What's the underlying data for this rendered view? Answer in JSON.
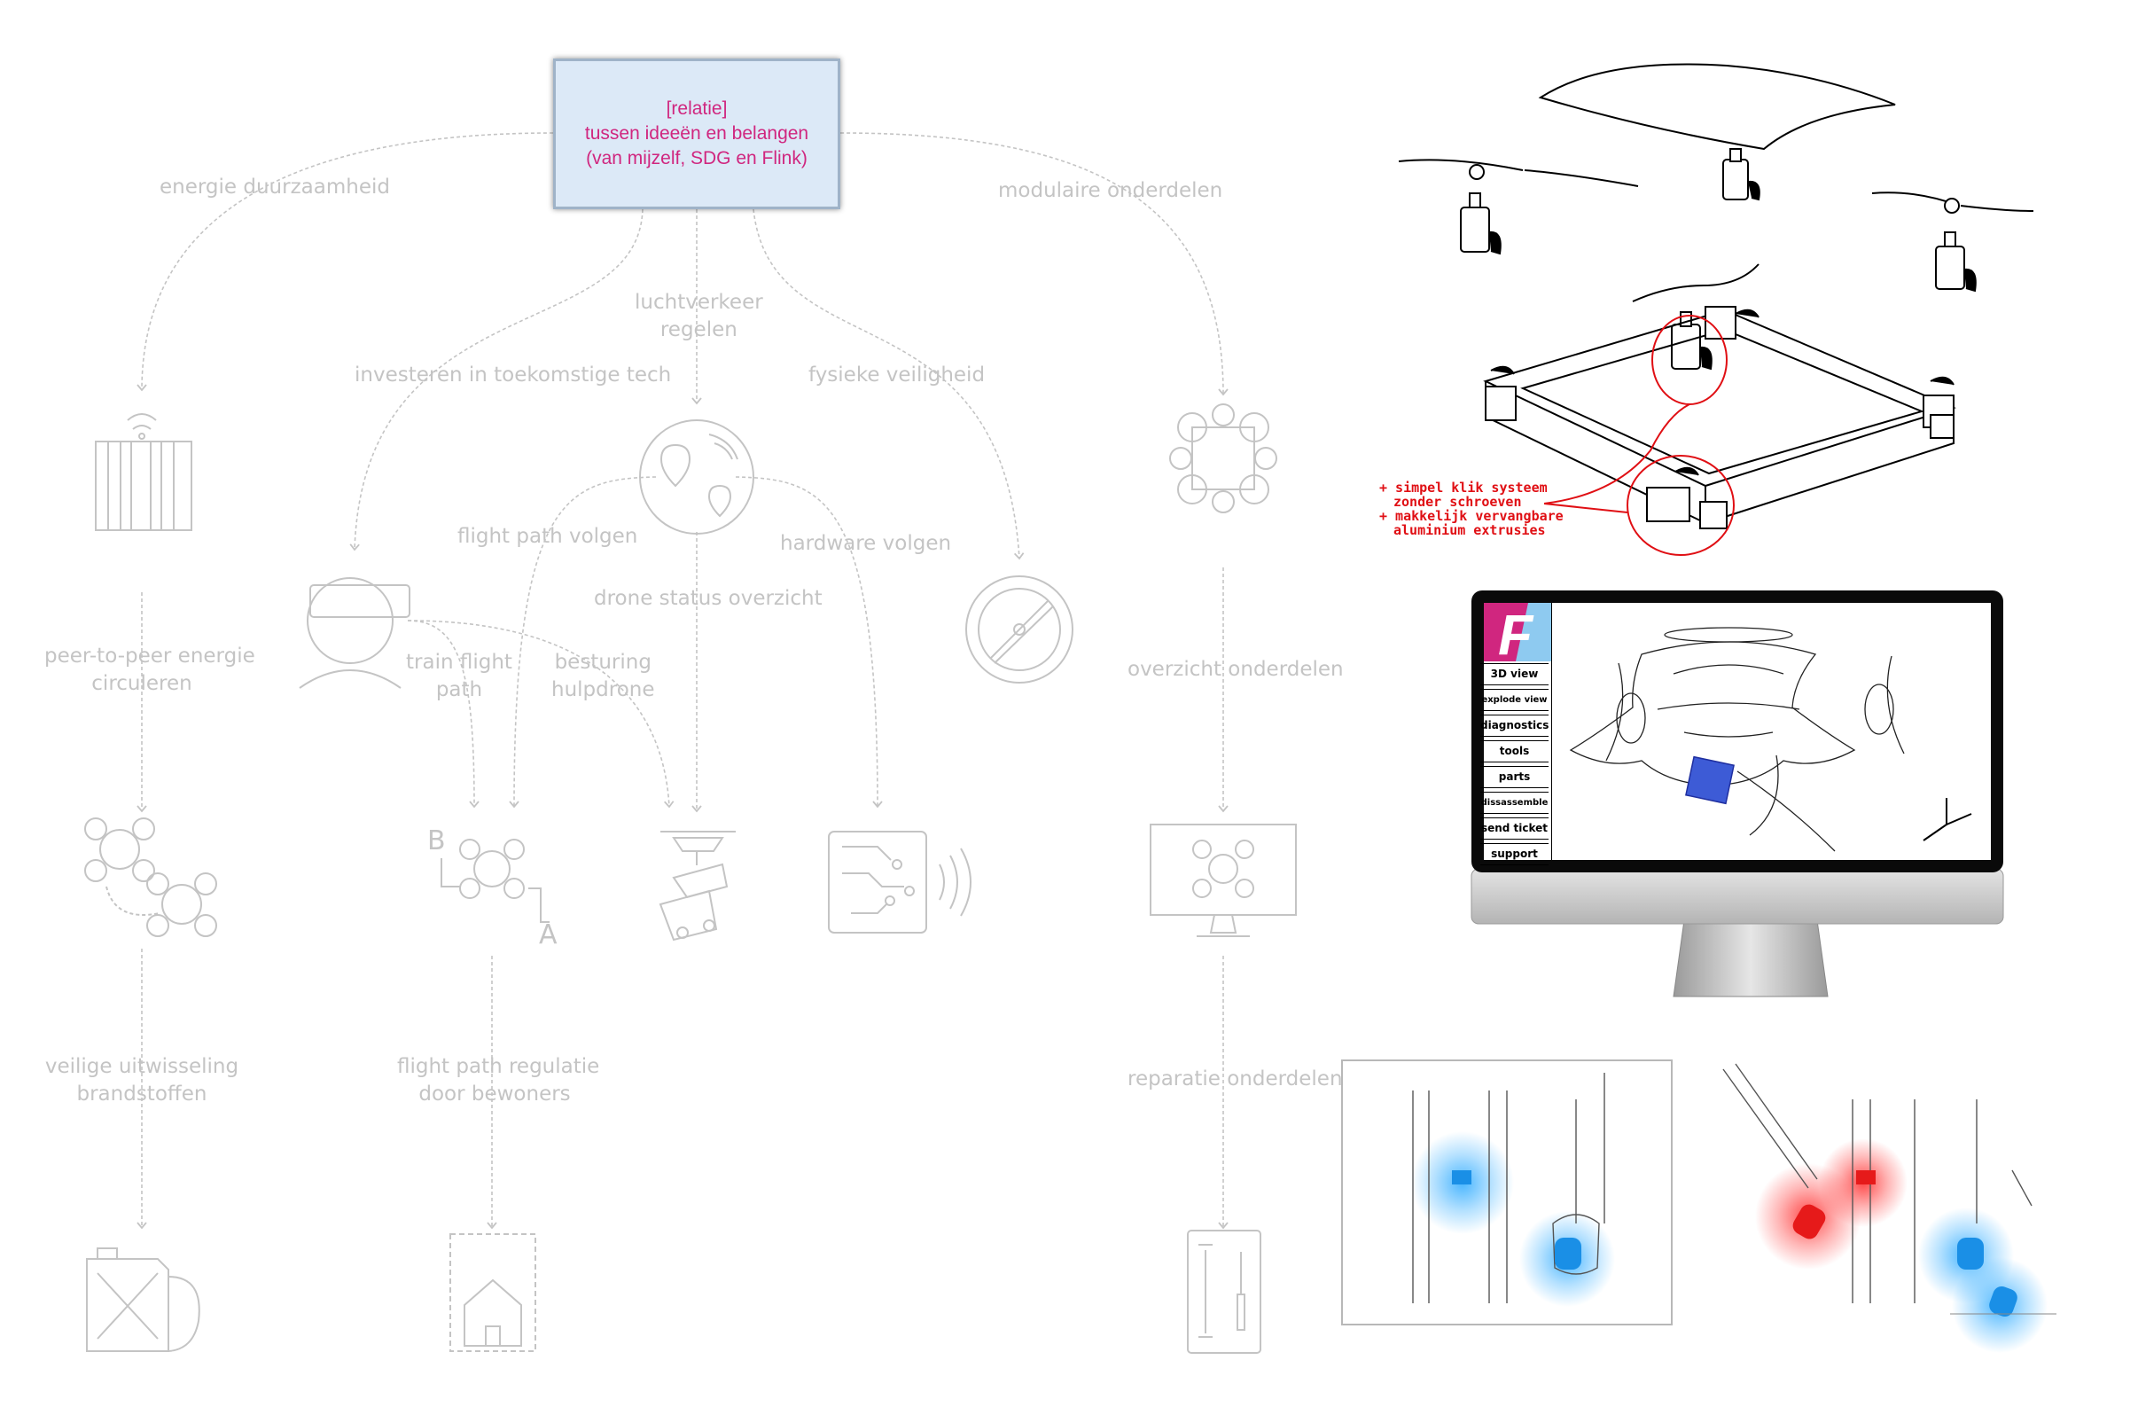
{
  "central": {
    "line1": "[relatie]",
    "line2": "tussen ideeën en belangen",
    "line3": "(van mijzelf, SDG en Flink)"
  },
  "branches": {
    "energie": "energie duurzaamheid",
    "investeren": "investeren in toekomstige tech",
    "lucht_1": "luchtverkeer",
    "lucht_2": "regelen",
    "fysiek": "fysieke veiligheid",
    "modulair": "modulaire onderdelen"
  },
  "steps": {
    "p2p_1": "peer-to-peer energie",
    "p2p_2": "circuleren",
    "veilig_1": "veilige uitwisseling",
    "veilig_2": "brandstoffen",
    "flight_path_volgen": "flight path volgen",
    "drone_status": "drone status overzicht",
    "hardware_volgen": "hardware volgen",
    "train_1": "train flight",
    "train_2": "path",
    "besturing_1": "besturing",
    "besturing_2": "hulpdrone",
    "regulatie_1": "flight path regulatie",
    "regulatie_2": "door bewoners",
    "overzicht": "overzicht onderdelen",
    "reparatie": "reparatie onderdelen"
  },
  "icon_letters": {
    "b": "B",
    "a": "A"
  },
  "callout": {
    "line1": "+ simpel klik systeem",
    "line2": "zonder schroeven",
    "line3": "+ makkelijk vervangbare",
    "line4": "aluminium extrusies"
  },
  "monitor": {
    "logo": "F",
    "menu": [
      "3D view",
      "explode view",
      "diagnostics",
      "tools",
      "parts",
      "dissassemble",
      "send ticket",
      "support"
    ]
  },
  "colors": {
    "accent_magenta": "#d0267f",
    "box_fill": "#dce9f7",
    "diagram_gray": "#c4c4c4",
    "callout_red": "#e00f14",
    "highlight_blue": "#3d5bd6",
    "glow_cyan": "#2aa9ff",
    "glow_red": "#ff2a2a"
  }
}
